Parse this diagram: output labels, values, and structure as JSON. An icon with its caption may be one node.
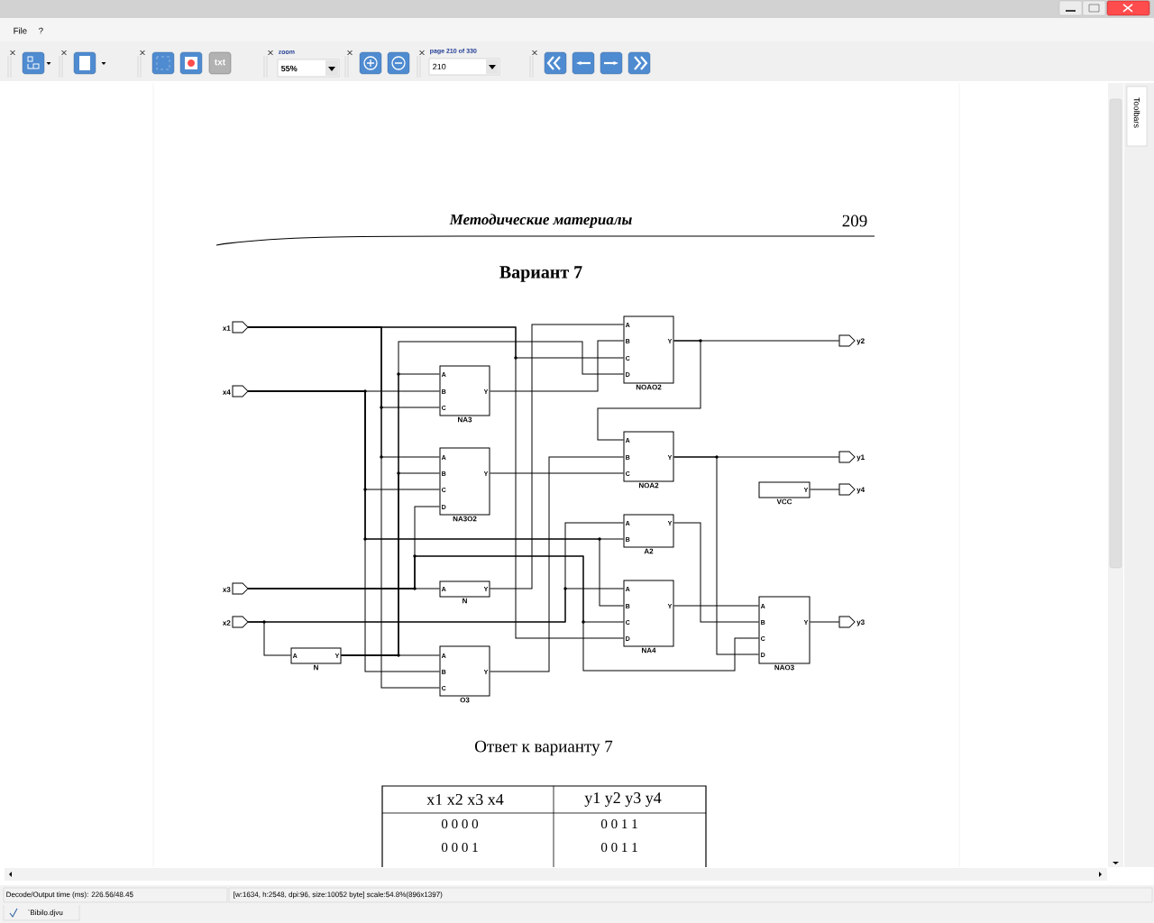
{
  "diagram": {
    "title": "Вариант 7",
    "nodes": [
      {
        "text": [
          "x1"
        ]
      },
      {
        "text": [
          "x4"
        ]
      },
      {
        "text": [
          "x3"
        ]
      },
      {
        "text": [
          "x2"
        ]
      },
      {
        "text": [
          "A",
          "B",
          "C",
          "D",
          "Y",
          "NOAO2"
        ]
      },
      {
        "text": [
          "A",
          "B",
          "C",
          "Y",
          "NA3"
        ]
      },
      {
        "text": [
          "A",
          "B",
          "C",
          "Y",
          "NOA2"
        ]
      },
      {
        "text": [
          "A",
          "B",
          "C",
          "D",
          "Y",
          "NA3O2"
        ]
      },
      {
        "text": [
          "Y",
          "VCC"
        ]
      },
      {
        "text": [
          "A",
          "B",
          "Y",
          "A2"
        ]
      },
      {
        "text": [
          "A",
          "Y",
          "N"
        ]
      },
      {
        "text": [
          "A",
          "B",
          "C",
          "D",
          "Y",
          "NA4"
        ]
      },
      {
        "text": [
          "A",
          "B",
          "C",
          "D",
          "Y",
          "NAO3"
        ]
      },
      {
        "text": [
          "A",
          "Y",
          "N"
        ]
      },
      {
        "text": [
          "A",
          "B",
          "C",
          "Y",
          "O3"
        ]
      },
      {
        "text": [
          "y2"
        ]
      },
      {
        "text": [
          "y1"
        ]
      },
      {
        "text": [
          "y4"
        ]
      },
      {
        "text": [
          "y3"
        ]
      }
    ],
    "edges": [
      {
        "from": 0,
        "to": 5,
        "arrow": "none"
      },
      {
        "from": 0,
        "to": 7,
        "arrow": "none"
      },
      {
        "from": 0,
        "to": 14,
        "arrow": "none"
      },
      {
        "from": 0,
        "to": 4,
        "arrow": "none"
      },
      {
        "from": 0,
        "to": 11,
        "arrow": "none"
      },
      {
        "from": 1,
        "to": 5,
        "arrow": "none"
      },
      {
        "from": 1,
        "to": 7,
        "arrow": "none"
      },
      {
        "from": 1,
        "to": 9,
        "arrow": "none"
      },
      {
        "from": 1,
        "to": 11,
        "arrow": "none"
      },
      {
        "from": 1,
        "to": 14,
        "arrow": "none"
      },
      {
        "from": 2,
        "to": 10,
        "arrow": "none"
      },
      {
        "from": 2,
        "to": 7,
        "arrow": "none"
      },
      {
        "from": 2,
        "to": 11,
        "arrow": "none"
      },
      {
        "from": 2,
        "to": 12,
        "arrow": "none"
      },
      {
        "from": 3,
        "to": 13,
        "arrow": "none"
      },
      {
        "from": 3,
        "to": 9,
        "arrow": "none"
      },
      {
        "from": 3,
        "to": 11,
        "arrow": "none"
      },
      {
        "from": 13,
        "to": 14,
        "arrow": "none"
      },
      {
        "from": 13,
        "to": 5,
        "arrow": "none"
      },
      {
        "from": 13,
        "to": 7,
        "arrow": "none"
      },
      {
        "from": 13,
        "to": 4,
        "arrow": "none"
      },
      {
        "from": 10,
        "to": 4,
        "arrow": "none"
      },
      {
        "from": 5,
        "to": 4,
        "arrow": "none"
      },
      {
        "from": 7,
        "to": 6,
        "arrow": "none"
      },
      {
        "from": 14,
        "to": 6,
        "arrow": "none"
      },
      {
        "from": 4,
        "to": 15,
        "arrow": "none"
      },
      {
        "from": 4,
        "to": 6,
        "arrow": "none"
      },
      {
        "from": 6,
        "to": 16,
        "arrow": "none"
      },
      {
        "from": 6,
        "to": 12,
        "arrow": "none"
      },
      {
        "from": 8,
        "to": 17,
        "arrow": "none"
      },
      {
        "from": 9,
        "to": 12,
        "arrow": "none"
      },
      {
        "from": 11,
        "to": 12,
        "arrow": "none"
      },
      {
        "from": 12,
        "to": 18,
        "arrow": "none"
      }
    ],
    "labels": [
      "File",
      "?",
      "zoom",
      "55%",
      "page 210 of 330",
      "210",
      "txt",
      "Toolbars",
      "Методические материалы",
      "209",
      "Ответ к варианту 7",
      "x1 x2 x3 x4",
      "y1 y2 y3 y4",
      "0 0 0 0",
      "0 0 1 1",
      "0 0 0 1",
      "0 0 1 1",
      "Decode/Output time (ms): 226.56/48.45",
      "[w:1634, h:2548, dpi:96, size:10052 byte] scale:54.8%(896x1397)",
      "`Bibilo.djvu"
    ]
  }
}
